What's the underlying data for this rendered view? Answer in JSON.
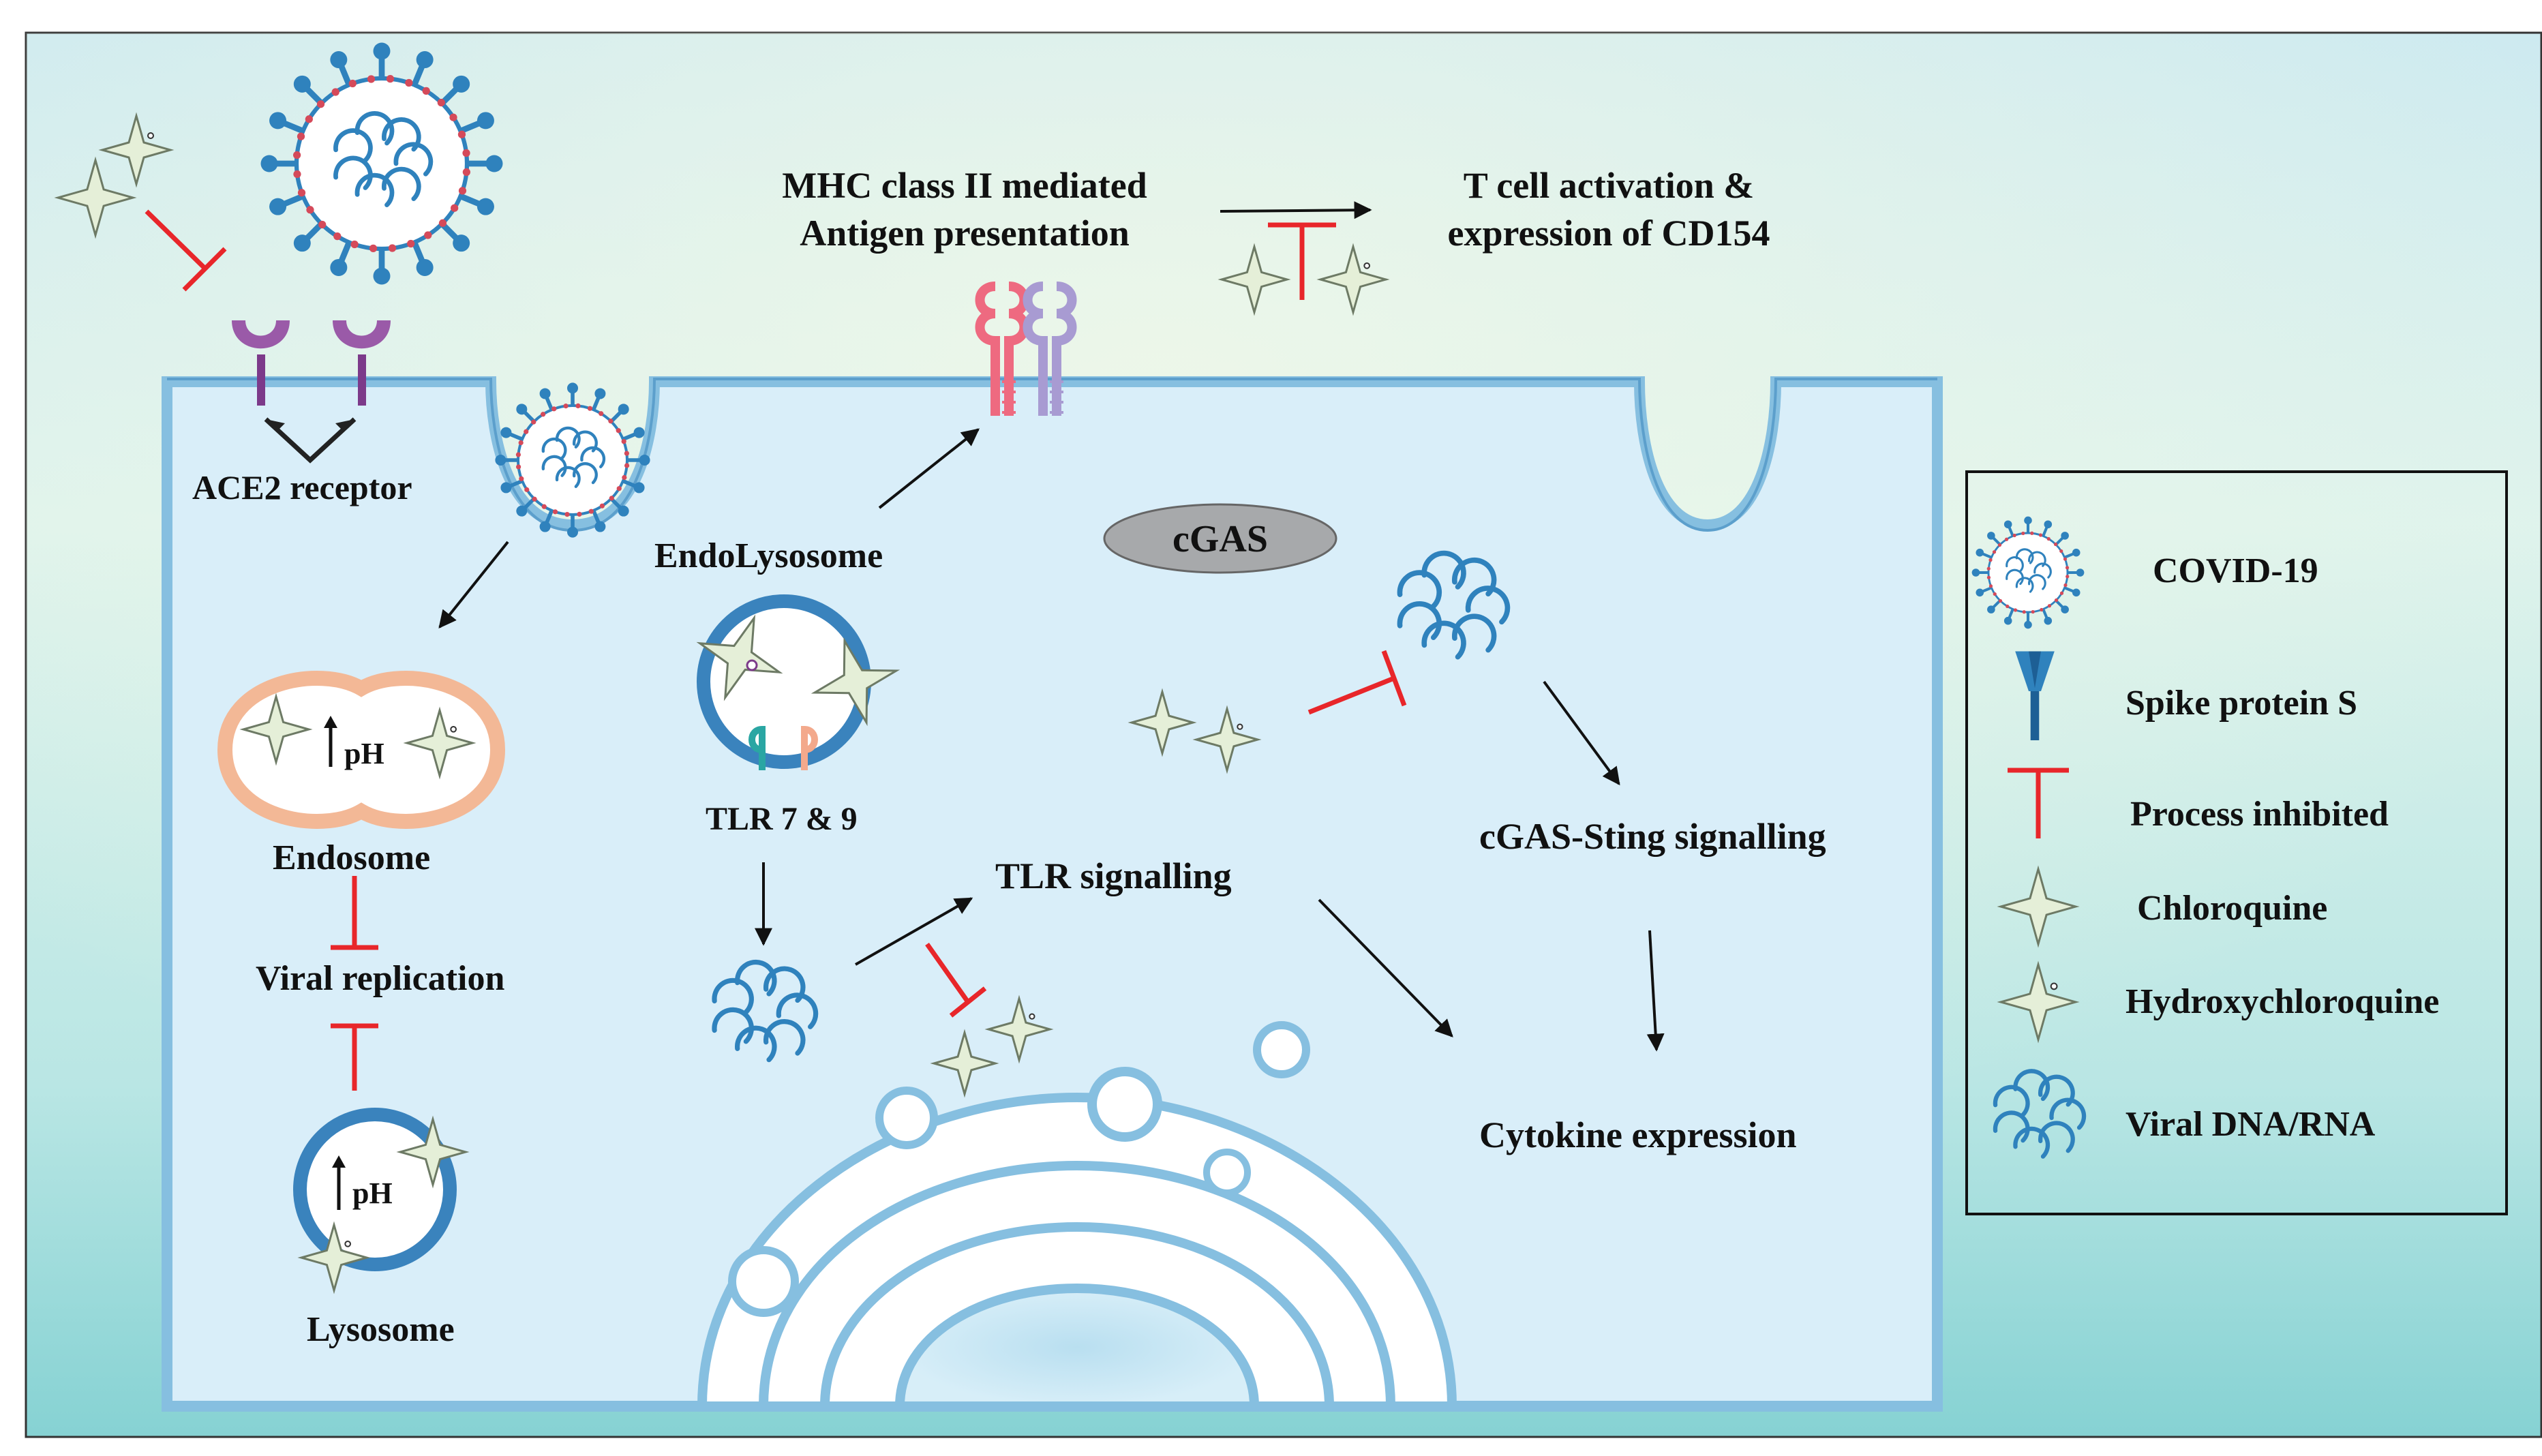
{
  "labels": {
    "ace2_receptor": "ACE2 receptor",
    "mhc_line1": "MHC class II mediated",
    "mhc_line2": "Antigen presentation",
    "tcell_line1": "T cell activation &",
    "tcell_line2": "expression of CD154",
    "endolysosome": "EndoLysosome",
    "cgas": "cGAS",
    "tlr_7_9": "TLR 7 & 9",
    "tlr_signalling": "TLR signalling",
    "cgas_sting": "cGAS-Sting signalling",
    "cytokine_expression": "Cytokine expression",
    "endosome": "Endosome",
    "viral_replication": "Viral replication",
    "lysosome": "Lysosome",
    "ph": "pH"
  },
  "legend": {
    "covid19": "COVID-19",
    "spike_protein": "Spike protein S",
    "process_inhibited": "Process inhibited",
    "chloroquine": "Chloroquine",
    "hydroxychloroquine": "Hydroxychloroquine",
    "viral_dna_rna": "Viral DNA/RNA"
  },
  "icons": {
    "virus": "covid-19-virus-icon",
    "spike": "spike-protein-icon",
    "inhibit": "inhibition-t-bar-icon",
    "chloroquine": "four-point-star-icon",
    "hydroxychloroquine": "four-point-star-with-circle-icon",
    "viral_rna": "viral-dna-rna-cluster-icon"
  },
  "colors": {
    "inhibit": "#e8262a",
    "membrane": "#7fb8dc",
    "virus_blue": "#2f82bd",
    "virus_red": "#d54a5a",
    "star_fill": "#e5efd8",
    "star_stroke": "#6d7a65",
    "receptor": "#7c3a8a",
    "mhc_pink": "#ee6a80",
    "mhc_purple": "#a89bd2",
    "endosome_ring": "#f3b896"
  }
}
